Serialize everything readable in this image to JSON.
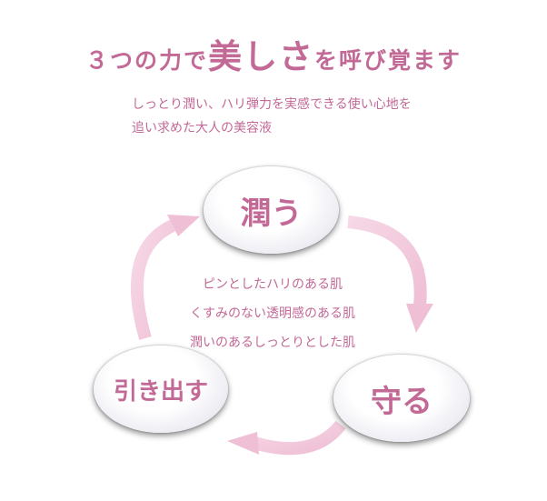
{
  "title": {
    "pre": "３つの力で",
    "big": "美しさ",
    "post": "を呼び覚ます"
  },
  "intro": {
    "line1": "しっとり潤い、ハリ弾力を実感できる使い心地を",
    "line2": "追い求めた大人の美容液"
  },
  "cycle": {
    "top": "潤う",
    "right": "守る",
    "left": "引き出す"
  },
  "center_lines": [
    "ピンとしたハリのある肌",
    "くすみのない透明感のある肌",
    "潤いのあるしっとりとした肌"
  ],
  "colors": {
    "text": "#c26996",
    "arrow": "#f2c9dc"
  }
}
